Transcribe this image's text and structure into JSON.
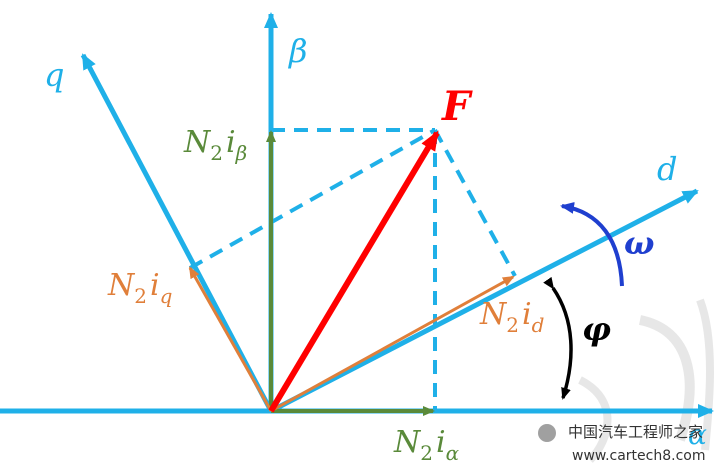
{
  "axes": {
    "beta_label": "β",
    "q_label": "q",
    "d_label": "d",
    "alpha_label": "α"
  },
  "vectors": {
    "F_label": "F",
    "N2i_beta": {
      "base": "N",
      "sub": "2",
      "i": "i",
      "isub": "β"
    },
    "N2i_q": {
      "base": "N",
      "sub": "2",
      "i": "i",
      "isub": "q"
    },
    "N2i_d": {
      "base": "N",
      "sub": "2",
      "i": "i",
      "isub": "d"
    },
    "N2i_alpha": {
      "base": "N",
      "sub": "2",
      "i": "i",
      "isub": "α"
    }
  },
  "angles": {
    "omega_label": "ω",
    "phi_label": "φ"
  },
  "watermark": {
    "line1": "中国汽车工程师之家",
    "line2": "www.cartech8.com"
  },
  "colors": {
    "axis": "#1fb0e8",
    "dashed": "#1fb0e8",
    "F": "#ff0000",
    "components": "#5a8a3a",
    "dq_components": "#e07f3a",
    "omega": "#1f3fcf",
    "phi": "#000000"
  }
}
